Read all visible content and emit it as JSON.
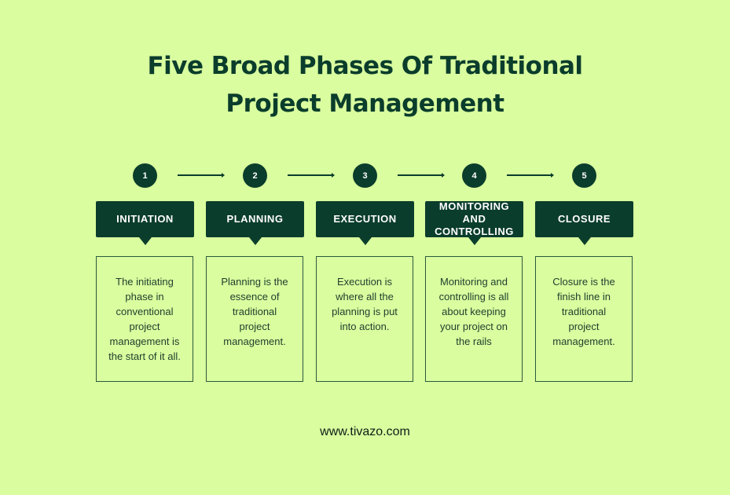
{
  "title": {
    "line1": "Five Broad Phases Of Traditional",
    "line2": "Project Management"
  },
  "colors": {
    "background": "#d9fd9f",
    "primary": "#0b3d2c",
    "label_text": "#ffffff"
  },
  "phases": [
    {
      "number": "1",
      "label": "INITIATION",
      "description": "The initiating phase in conventional project management is the start of it all."
    },
    {
      "number": "2",
      "label": "PLANNING",
      "description": "Planning is the essence of traditional project management."
    },
    {
      "number": "3",
      "label": "EXECUTION",
      "description": "Execution is where all the planning is put into action."
    },
    {
      "number": "4",
      "label": "MONITORING AND CONTROLLING",
      "description": "Monitoring and controlling is all about keeping your project on the rails"
    },
    {
      "number": "5",
      "label": "CLOSURE",
      "description": "Closure is the finish line in traditional project management."
    }
  ],
  "footer": {
    "website": "www.tivazo.com"
  }
}
